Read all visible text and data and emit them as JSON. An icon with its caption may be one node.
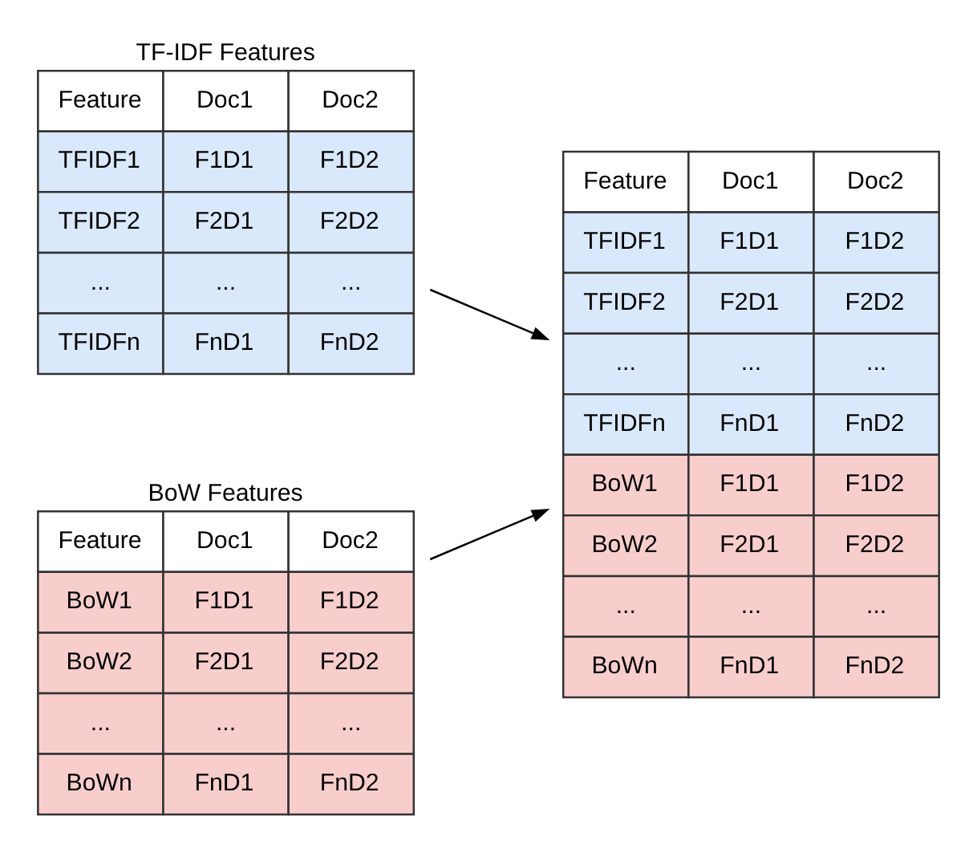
{
  "diagram": {
    "nodes": [
      {
        "text": [
          "TF-IDF Features",
          "Feature",
          "Doc1",
          "Doc2",
          "TFIDF1",
          "F1D1",
          "F1D2",
          "TFIDF2",
          "F2D1",
          "F2D2",
          "...",
          "...",
          "...",
          "TFIDFn",
          "FnD1",
          "FnD2"
        ]
      },
      {
        "text": [
          "BoW Features",
          "Feature",
          "Doc1",
          "Doc2",
          "BoW1",
          "F1D1",
          "F1D2",
          "BoW2",
          "F2D1",
          "F2D2",
          "...",
          "...",
          "...",
          "BoWn",
          "FnD1",
          "FnD2"
        ]
      },
      {
        "text": [
          "Feature",
          "Doc1",
          "Doc2",
          "TFIDF1",
          "F1D1",
          "F1D2",
          "TFIDF2",
          "F2D1",
          "F2D2",
          "...",
          "...",
          "...",
          "TFIDFn",
          "FnD1",
          "FnD2",
          "BoW1",
          "F1D1",
          "F1D2",
          "BoW2",
          "F2D1",
          "F2D2",
          "...",
          "...",
          "...",
          "BoWn",
          "FnD1",
          "FnD2"
        ]
      }
    ],
    "edges": [
      {
        "from": 0,
        "to": 2,
        "arrow": "to"
      },
      {
        "from": 1,
        "to": 2,
        "arrow": "to"
      }
    ]
  }
}
